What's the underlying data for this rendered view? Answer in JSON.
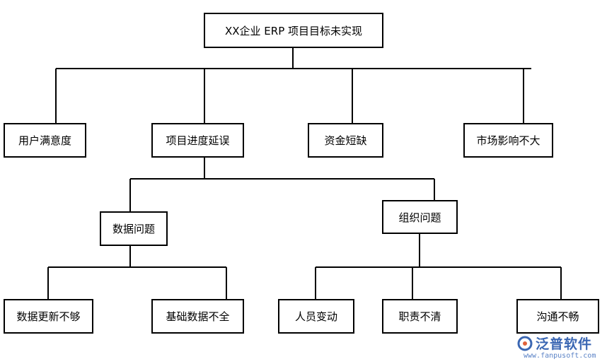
{
  "diagram": {
    "root": "XX企业 ERP 项目目标未实现",
    "level1": [
      "用户满意度",
      "项目进度延误",
      "资金短缺",
      "市场影响不大"
    ],
    "level2": [
      "数据问题",
      "组织问题"
    ],
    "level3_data": [
      "数据更新不够",
      "基础数据不全"
    ],
    "level3_org": [
      "人员变动",
      "职责不清",
      "沟通不畅"
    ]
  },
  "watermark": {
    "brand": "泛普软件",
    "url": "www.fanpusoft.com",
    "brand_color": "#3b67b3"
  }
}
